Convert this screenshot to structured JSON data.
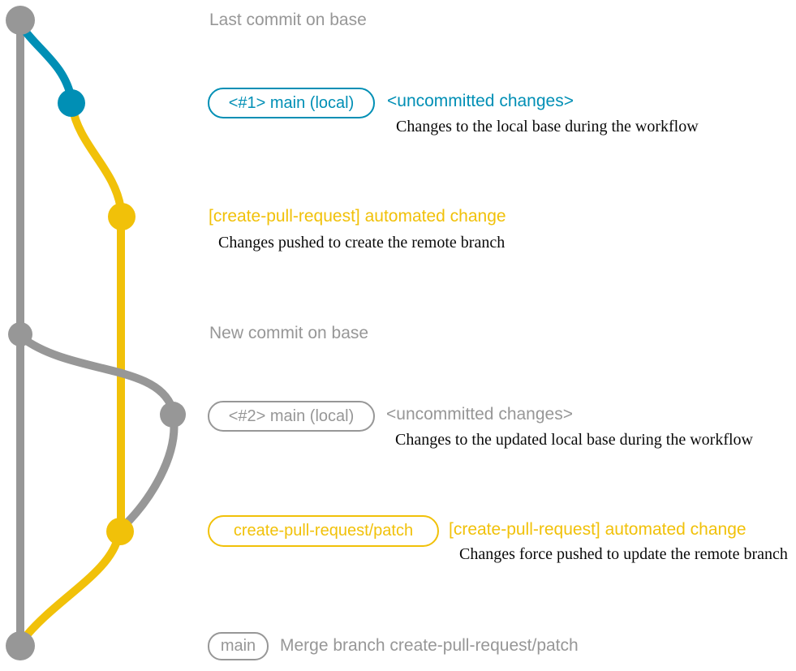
{
  "colors": {
    "gray": "#979797",
    "blue": "#008fb5",
    "yellow": "#f1c109",
    "description_text": "#0a0a0a",
    "background": "#ffffff"
  },
  "graph": {
    "type": "git-commit-graph",
    "branches": [
      {
        "name": "base",
        "color_key": "gray"
      },
      {
        "name": "main (local)",
        "color_key": "blue"
      },
      {
        "name": "create-pull-request/patch",
        "color_key": "yellow"
      }
    ],
    "commits": [
      {
        "id": "base-1",
        "branch": "base",
        "color_key": "gray",
        "message": "Last commit on base"
      },
      {
        "id": "local-1",
        "branch": "main (local)",
        "color_key": "blue",
        "message": "<uncommitted changes>"
      },
      {
        "id": "patch-1",
        "branch": "create-pull-request/patch",
        "color_key": "yellow",
        "message": "[create-pull-request] automated change"
      },
      {
        "id": "base-2",
        "branch": "base",
        "color_key": "gray",
        "message": "New commit on base"
      },
      {
        "id": "local-2",
        "branch": "main (local)",
        "color_key": "gray",
        "message": "<uncommitted changes>"
      },
      {
        "id": "patch-2",
        "branch": "create-pull-request/patch",
        "color_key": "yellow",
        "message": "[create-pull-request] automated change"
      },
      {
        "id": "merge-1",
        "branch": "base",
        "color_key": "gray",
        "message": "Merge branch create-pull-request/patch"
      }
    ]
  },
  "rows": {
    "last_commit": {
      "label": "Last commit on base"
    },
    "commit1": {
      "tag": "<#1> main (local)",
      "title": "<uncommitted changes>",
      "description": "Changes to the local base during the workflow"
    },
    "commit2": {
      "title": "[create-pull-request] automated change",
      "description": "Changes pushed to create the remote branch"
    },
    "new_commit": {
      "label": "New commit on base"
    },
    "commit3": {
      "tag": "<#2> main (local)",
      "title": "<uncommitted changes>",
      "description": "Changes to the updated local base during the workflow"
    },
    "commit4": {
      "tag": "create-pull-request/patch",
      "title": "[create-pull-request] automated change",
      "description": "Changes force pushed to update the remote branch"
    },
    "merge": {
      "tag": "main",
      "label": "Merge branch create-pull-request/patch"
    }
  }
}
